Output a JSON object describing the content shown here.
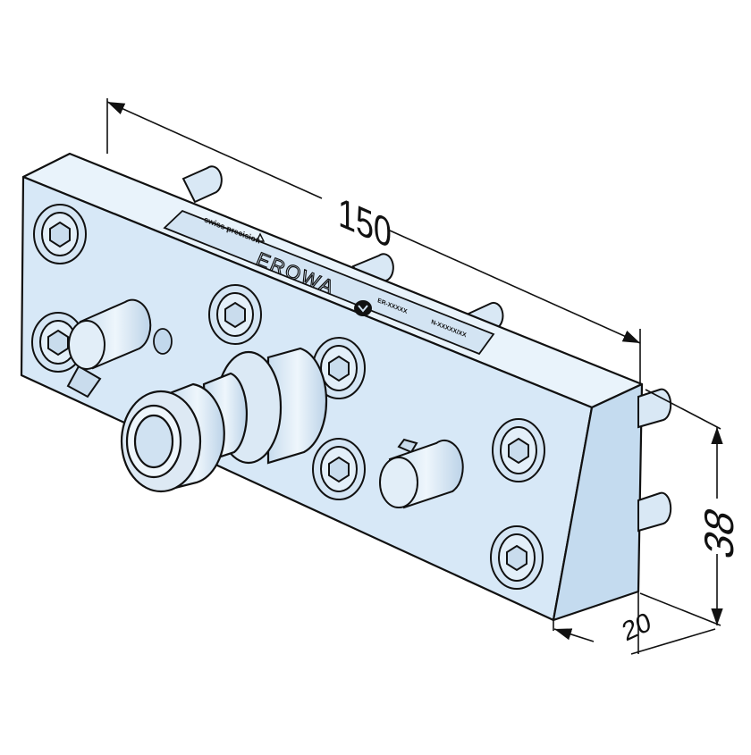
{
  "drawing": {
    "colors": {
      "body_front": "#d7e8f7",
      "body_top": "#e9f3fb",
      "body_side": "#c4dbef",
      "outline": "#111111",
      "metal": "#dbe9f5",
      "plate": "#d3e4f3"
    }
  },
  "dimensions": {
    "length": "150",
    "height": "38",
    "depth": "20"
  },
  "nameplate": {
    "brand": "EROWA",
    "tagline": "swiss precision",
    "part_no": "ER-XXXXX",
    "serial": "N-XXXXX/XX"
  }
}
